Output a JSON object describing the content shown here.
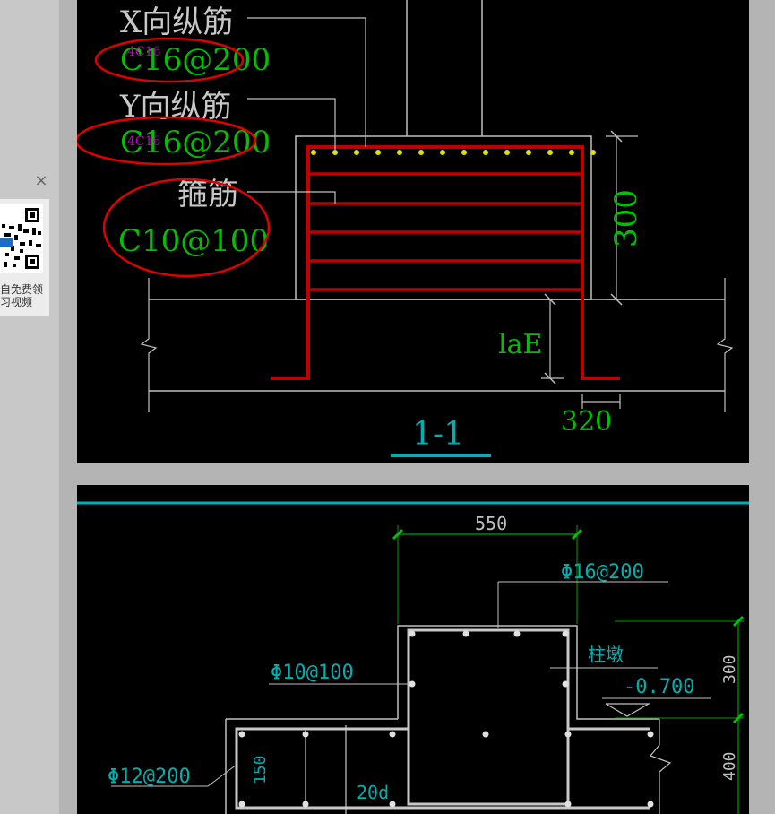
{
  "ad": {
    "close_glyph": "×",
    "line1": "自免费领",
    "line2": "习视频"
  },
  "section1": {
    "x_bar_label": "X向纵筋",
    "x_bar_value": "C16@200",
    "x_bar_note": "4C16",
    "y_bar_label": "Y向纵筋",
    "y_bar_value": "C16@200",
    "y_bar_note": "4C16",
    "stirrup_label": "箍筋",
    "stirrup_value": "C10@100",
    "dim_300": "300",
    "dim_lae": "laE",
    "dim_320": "320",
    "section_title": "1-1"
  },
  "section2": {
    "dim_550": "550",
    "top_bar": "Φ16@200",
    "pier_label": "柱墩",
    "elevation": "-0.700",
    "stirrup": "Φ10@100",
    "slab_bar": "Φ12@200",
    "dim_150": "150",
    "dim_20d": "20d",
    "dim_300": "300",
    "dim_400": "400"
  },
  "colors": {
    "green_text": "#00c000",
    "red_rebar": "#c00000",
    "cyan": "#00b0b0",
    "magenta": "#c000c0",
    "grey_line": "#c0c0c0",
    "yellow_dot": "#e0e000"
  }
}
